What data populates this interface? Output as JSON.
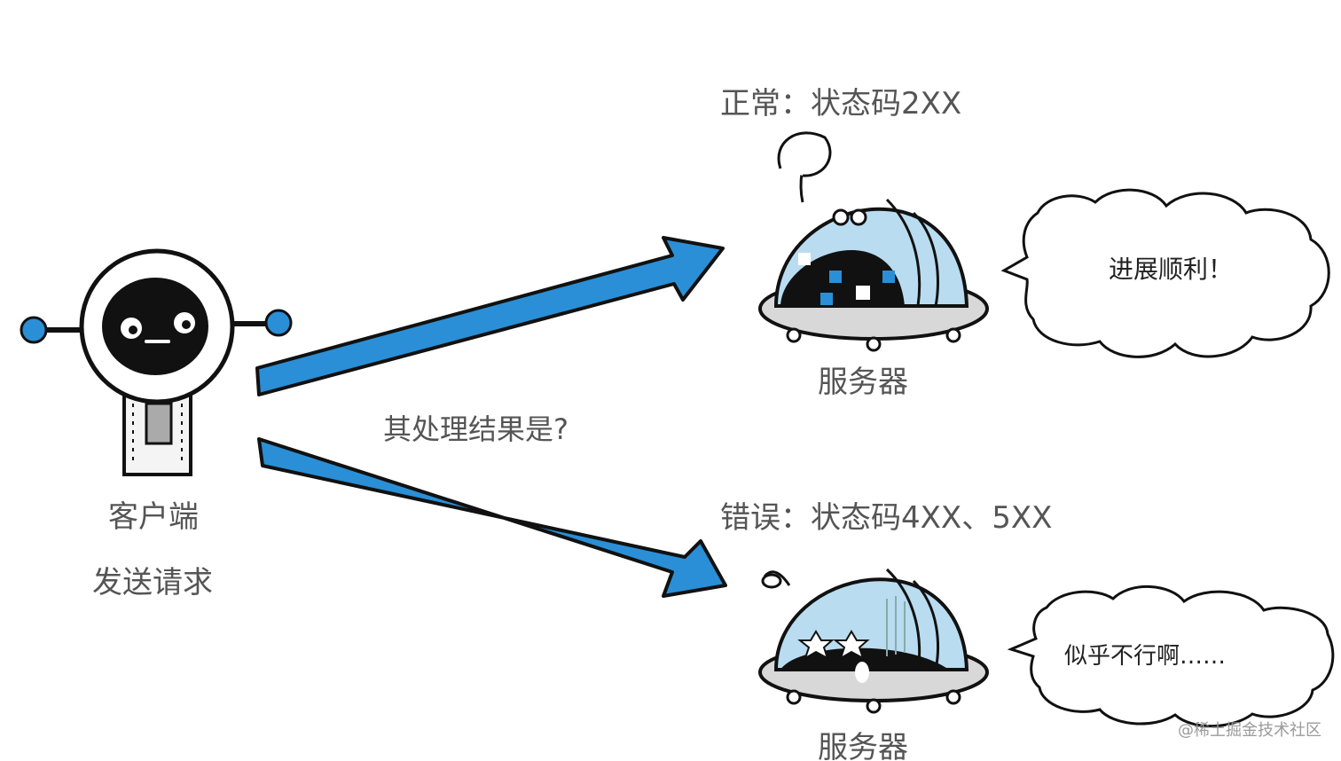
{
  "status_ok": {
    "label": "正常：状态码2XX",
    "speech": "进展顺利！"
  },
  "status_error": {
    "label": "错误：状态码4XX、5XX",
    "speech": "似乎不行啊……"
  },
  "server_label_top": "服务器",
  "server_label_bottom": "服务器",
  "question": "其处理结果是?",
  "client": {
    "title": "客户端",
    "action": "发送请求"
  },
  "watermark": "@稀土掘金技术社区",
  "colors": {
    "arrow": "#2a8fd6",
    "dome": "#b9dcf0",
    "dark": "#111111",
    "text": "#555555"
  }
}
